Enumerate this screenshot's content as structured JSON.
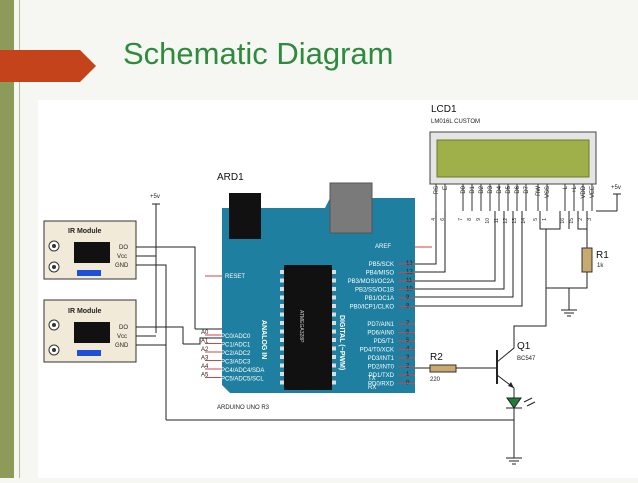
{
  "slide": {
    "title": "Schematic Diagram"
  },
  "schematic": {
    "arduino": {
      "ref": "ARD1",
      "name": "ARDUINO UNO R3",
      "aref": "AREF",
      "reset": "RESET",
      "analog_label": "ANALOG IN",
      "digital_label": "DIGITAL (~PWM)",
      "chip_label": "ATMEGA328P",
      "tx": "TX",
      "rx": "RX",
      "analog_pins": [
        "A0",
        "A1",
        "A2",
        "A3",
        "A4",
        "A5"
      ],
      "analog_pin_names": [
        "PC0/ADC0",
        "PC1/ADC1",
        "PC2/ADC2",
        "PC3/ADC3",
        "PC4/ADC4/SDA",
        "PC5/ADC5/SCL"
      ],
      "digital_top": [
        {
          "name": "PB5/SCK",
          "num": "13"
        },
        {
          "name": "PB4/MISO",
          "num": "12"
        },
        {
          "name": "PB3/MOSI/OC2A",
          "num": "11"
        },
        {
          "name": "PB2/SS/OC1B",
          "num": "10"
        },
        {
          "name": "PB1/OC1A",
          "num": "9"
        },
        {
          "name": "PB0/ICP1/CLKO",
          "num": "8"
        }
      ],
      "digital_bottom": [
        {
          "name": "PD7/AIN1",
          "num": "7"
        },
        {
          "name": "PD6/AIN0",
          "num": "6"
        },
        {
          "name": "PD5/T1",
          "num": "5"
        },
        {
          "name": "PD4/T0/XCK",
          "num": "4"
        },
        {
          "name": "PD3/INT1",
          "num": "3"
        },
        {
          "name": "PD2/INT0",
          "num": "2"
        },
        {
          "name": "PD1/TXD",
          "num": "1"
        },
        {
          "name": "PD0/RXD",
          "num": "0"
        }
      ]
    },
    "lcd": {
      "ref": "LCD1",
      "model": "LM016L CUSTOM",
      "pins": [
        "RS",
        "E",
        "D0",
        "D1",
        "D2",
        "D3",
        "D4",
        "D5",
        "D6",
        "D7",
        "RW",
        "VSS",
        "-L",
        "+L",
        "VDD",
        "VEE"
      ],
      "pin_numbers": [
        "4",
        "6",
        "7",
        "8",
        "9",
        "10",
        "11",
        "12",
        "13",
        "14",
        "5",
        "1",
        "16",
        "15",
        "2",
        "3"
      ]
    },
    "ir_modules": [
      {
        "title": "IR Module",
        "pins": [
          "DO",
          "Vcc",
          "GND"
        ]
      },
      {
        "title": "IR Module",
        "pins": [
          "DO",
          "Vcc",
          "GND"
        ]
      }
    ],
    "supplies": [
      "+5v",
      "+5v"
    ],
    "r1": {
      "ref": "R1",
      "value": "1k"
    },
    "r2": {
      "ref": "R2",
      "value": "220"
    },
    "q1": {
      "ref": "Q1",
      "model": "BC547"
    }
  }
}
